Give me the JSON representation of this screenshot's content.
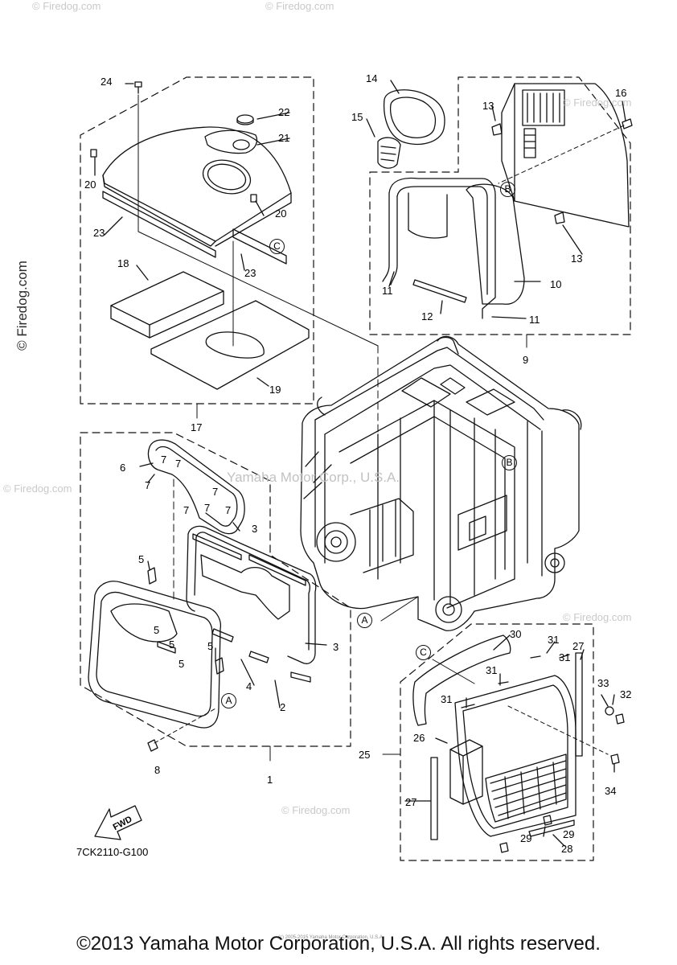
{
  "watermark": "© Firedog.com",
  "center_watermark": "Yamaha Motor Corp., U.S.A.",
  "diagram_code": "7CK2110-G100",
  "fwd_label": "FWD",
  "callouts": {
    "a": "A",
    "b": "B",
    "c": "C"
  },
  "footer": {
    "copyright": "©2013 Yamaha Motor Corporation, U.S.A. All rights reserved.",
    "fine_print": "(c) 2005-2015 Yamaha Motor Corporation, U.S.A."
  },
  "part_labels": [
    "1",
    "2",
    "3",
    "3",
    "4",
    "5",
    "5",
    "5",
    "5",
    "5",
    "6",
    "7",
    "7",
    "7",
    "7",
    "7",
    "7",
    "7",
    "8",
    "9",
    "10",
    "11",
    "11",
    "12",
    "13",
    "13",
    "14",
    "15",
    "16",
    "17",
    "18",
    "19",
    "20",
    "20",
    "21",
    "22",
    "23",
    "23",
    "24",
    "25",
    "26",
    "27",
    "27",
    "28",
    "29",
    "29",
    "30",
    "31",
    "31",
    "31",
    "31",
    "32",
    "33",
    "34"
  ]
}
